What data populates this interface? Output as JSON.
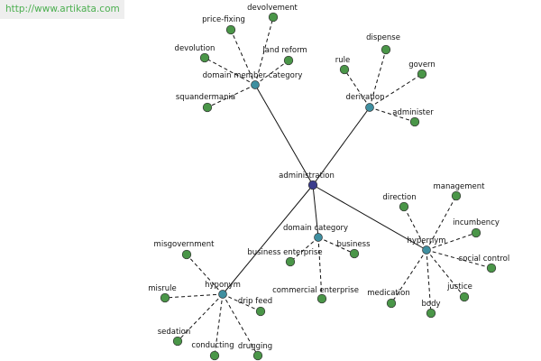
{
  "banner": {
    "url": "http://www.artikata.com"
  },
  "colors": {
    "root": "#3a3c8c",
    "relation": "#3f8fa0",
    "leaf": "#4a9648",
    "edge": "#111111"
  },
  "graph": {
    "root": "administration",
    "relations": [
      {
        "id": "dmc",
        "label": "domain member category",
        "leaves": [
          "devolvement",
          "price-fixing",
          "devolution",
          "land reform",
          "squandermania"
        ]
      },
      {
        "id": "der",
        "label": "derivation",
        "leaves": [
          "dispense",
          "rule",
          "govern",
          "administer"
        ]
      },
      {
        "id": "dc",
        "label": "domain category",
        "leaves": [
          "business enterprise",
          "business",
          "commercial enterprise"
        ]
      },
      {
        "id": "hyper",
        "label": "hypernym",
        "leaves": [
          "direction",
          "management",
          "incumbency",
          "social control",
          "justice",
          "body",
          "medication"
        ]
      },
      {
        "id": "hypo",
        "label": "hyponym",
        "leaves": [
          "misgovernment",
          "misrule",
          "drip feed",
          "sedation",
          "conducting",
          "drugging"
        ]
      }
    ]
  }
}
